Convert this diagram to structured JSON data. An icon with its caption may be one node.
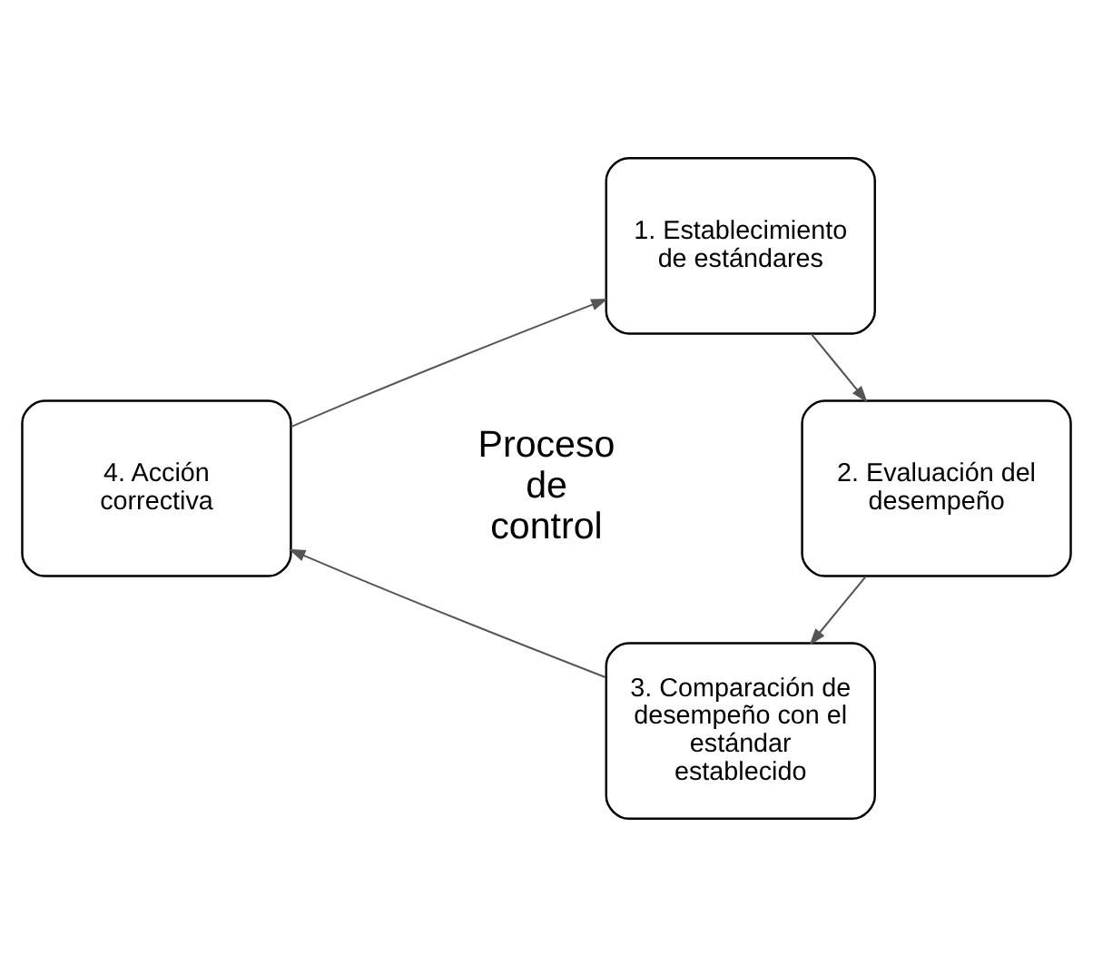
{
  "diagram": {
    "nodes": [
      {
        "text": [
          "1. Establecimiento de estándares"
        ]
      },
      {
        "text": [
          "2. Evaluación del desempeño"
        ]
      },
      {
        "text": [
          "3. Comparación de desempeño con el estándar establecido"
        ]
      },
      {
        "text": [
          "4. Acción correctiva"
        ]
      }
    ],
    "edges": [
      {
        "from": 0,
        "to": 1,
        "arrow": "to"
      },
      {
        "from": 1,
        "to": 2,
        "arrow": "to"
      },
      {
        "from": 2,
        "to": 3,
        "arrow": "to"
      },
      {
        "from": 3,
        "to": 0,
        "arrow": "to"
      }
    ],
    "labels": [
      "Proceso de control"
    ]
  }
}
